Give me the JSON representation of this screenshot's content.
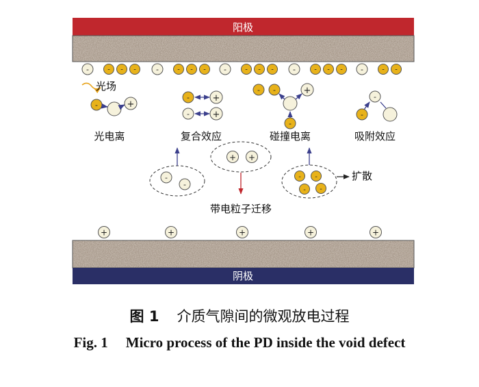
{
  "electrodes": {
    "anode_label": "阳极",
    "cathode_label": "阴极",
    "anode_color": "#c0272d",
    "cathode_color": "#2a2f66"
  },
  "process_labels": {
    "photoionization": "光电离",
    "photo_field": "光场",
    "recombination": "复合效应",
    "collision_ionization": "碰撞电离",
    "attachment": "吸附效应",
    "migration": "带电粒子迁移",
    "diffusion": "扩散"
  },
  "particle_symbols": {
    "negative": "-",
    "positive": "+"
  },
  "colors": {
    "electron": "#e8b21a",
    "ion_fill": "#f6f2dc"
  },
  "caption": {
    "cn_number": "图 1",
    "cn_title": "介质气隙间的微观放电过程",
    "en_number": "Fig. 1",
    "en_title": "Micro process of the PD inside the void defect"
  }
}
